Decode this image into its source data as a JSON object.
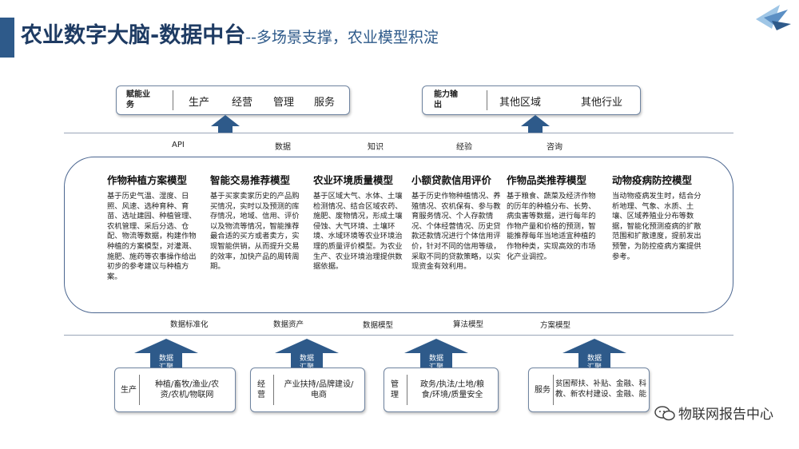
{
  "title": {
    "main": "农业数字大脑-数据中台",
    "sub": "--多场景支撑，农业模型积淀"
  },
  "top_left_box": {
    "label_line1": "赋能业",
    "label_line2": "务",
    "items": [
      "生产",
      "经营",
      "管理",
      "服务"
    ]
  },
  "top_right_box": {
    "label_line1": "能力输",
    "label_line2": "出",
    "items": [
      "其他区域",
      "其他行业"
    ]
  },
  "middle_labels": [
    "API",
    "数据",
    "知识",
    "经验",
    "咨询"
  ],
  "models": [
    {
      "title": "作物种植方案模型",
      "desc": "基于历史气温、湿度、日照、风速、选种育种、育苗、选址建园、种植管理、农机管理、采后分选、仓配、物流等数据，构建作物种植的方案模型，对灌溉、施肥、施药等农事操作给出初步的参考建议与种植方案。"
    },
    {
      "title": "智能交易推荐模型",
      "desc": "基于买家卖家历史的产品购买情况，实时以及预测的库存情况，地域、信用、评价以及物流等情况，智能推荐最合适的买方或者卖方，实现智能供销，从而提升交易的效率，加快产品的周转周期。"
    },
    {
      "title": "农业环境质量模型",
      "desc": "基于区域大气、水体、土壤检测情况、结合区域农药、施肥、废物情况，形成土壤侵蚀、大气环境、土壤环境、水域环境等农业环境治理的质量评价模型。为农业生产、农业环境治理提供数据依据。"
    },
    {
      "title": "小额贷款信用评价",
      "desc": "基于历史作物种植情况、养殖情况、农机保有、参与教育服务情况、个人存款情况、个体经营情况、历史贷款还款情况进行个体信用评价，针对不同的信用等级，采取不同的贷款策略，以实现资金有效利用。"
    },
    {
      "title": "作物品类推荐模型",
      "desc": "基于粮食、蔬菜及经济作物的历年的种植分布、长势、病虫害等数据，进行每年的作物产量和价格的预测，智能推荐每年当地适宜种植的作物种类，实现高效的市场化产业调控。"
    },
    {
      "title": "动物疫病防控模型",
      "desc": "当动物疫病发生时，结合分析地理、气象、水质、土壤、区域养殖业分布等数据，智能化预测疫病的扩散范围和扩散速度，提前发出预警，为防控疫病方案提供参考。"
    }
  ],
  "bottom_labels": [
    "数据标准化",
    "数据资产",
    "数据模型",
    "算法模型",
    "方案模型"
  ],
  "aggregation_label_line1": "数据",
  "aggregation_label_line2": "汇聚",
  "bottom_boxes": [
    {
      "cat_line1": "生产",
      "cat_line2": "",
      "content_line1": "种植/畜牧/渔业/农",
      "content_line2": "资/农机/物联网"
    },
    {
      "cat_line1": "经",
      "cat_line2": "营",
      "content_line1": "产业扶持/品牌建设/",
      "content_line2": "电商"
    },
    {
      "cat_line1": "管",
      "cat_line2": "理",
      "content_line1": "政务/执法/土地/粮",
      "content_line2": "食/环境/质量安全"
    },
    {
      "cat_line1": "服务",
      "cat_line2": "",
      "content_line1": "贫困帮扶、补贴、金融、科",
      "content_line2": "教、新农村建设、金融、能"
    }
  ],
  "watermark": "物联网报告中心",
  "colors": {
    "primary": "#2e5a8a",
    "title": "#1e3b63",
    "border": "#4b6690"
  },
  "icons": [
    "corner-logo-icon",
    "wechat-icon"
  ]
}
